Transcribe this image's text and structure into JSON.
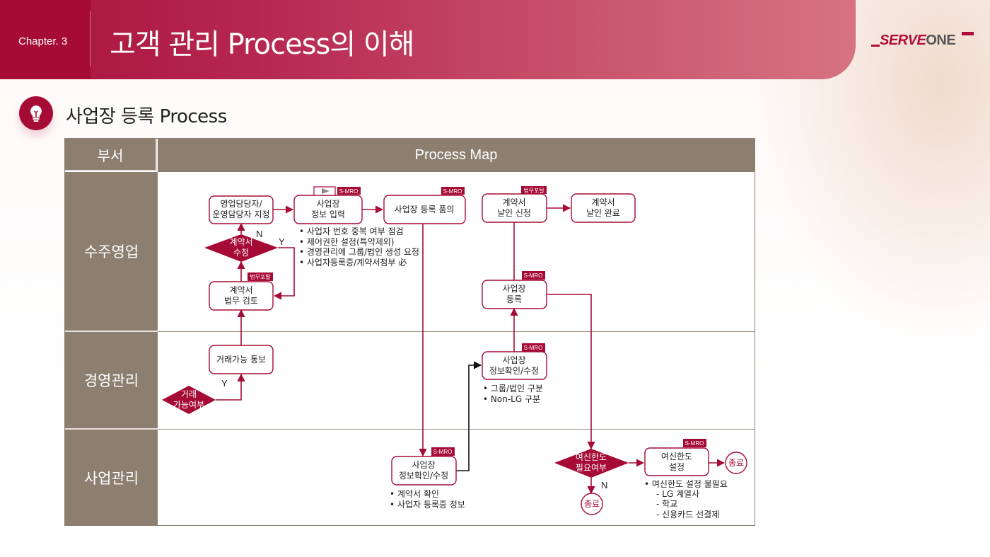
{
  "header": {
    "chapter": "Chapter. 3",
    "title": "고객 관리 Process의 이해",
    "logo": {
      "part1": "SERVE",
      "part2": "ONE"
    }
  },
  "section": {
    "icon": "lightbulb-icon",
    "title": "사업장 등록 Process"
  },
  "colors": {
    "brand": "#a60b35",
    "lane_header": "#8c7f70",
    "line_red": "#a60b35",
    "line_black": "#111111"
  },
  "table": {
    "dept_header": "부서",
    "map_header": "Process Map",
    "lanes": [
      "수주영업",
      "경영관리",
      "사업관리"
    ]
  },
  "nodes": {
    "assign": {
      "lines": [
        "영업담당자/",
        "운영담당자 지정"
      ]
    },
    "info_input": {
      "lines": [
        "사업장",
        "정보 입력"
      ],
      "tag": "S-MRO"
    },
    "reg_request": {
      "lines": [
        "사업장 등록 품의"
      ],
      "tag": "S-MRO"
    },
    "seal_request": {
      "lines": [
        "계약서",
        "날인 신청"
      ],
      "tag": "법무포탈"
    },
    "seal_done": {
      "lines": [
        "계약서",
        "날인 완료"
      ]
    },
    "contract_edit": {
      "lines": [
        "계약서",
        "수정"
      ]
    },
    "legal_review": {
      "lines": [
        "계약서",
        "법무 검토"
      ],
      "tag": "법무포탈"
    },
    "site_register": {
      "lines": [
        "사업장",
        "등록"
      ],
      "tag": "S-MRO"
    },
    "trade_notice": {
      "lines": [
        "거래가능 통보"
      ]
    },
    "trade_possible": {
      "lines": [
        "거래",
        "가능여부"
      ]
    },
    "mgmt_check": {
      "lines": [
        "사업장",
        "정보확인/수정"
      ],
      "tag": "S-MRO"
    },
    "biz_check": {
      "lines": [
        "사업장",
        "정보확인/수정"
      ],
      "tag": "S-MRO"
    },
    "credit_needed": {
      "lines": [
        "여신한도",
        "필요여부"
      ]
    },
    "credit_set": {
      "lines": [
        "여신한도",
        "설정"
      ],
      "tag": "S-MRO"
    },
    "end_1": {
      "lines": [
        "종료"
      ]
    },
    "end_2": {
      "lines": [
        "종료"
      ]
    }
  },
  "labels": {
    "n1": "N",
    "y1": "Y",
    "y2": "Y",
    "n2": "N"
  },
  "notes": {
    "info_input": [
      "• 사업자 번호 중복 여부 점검",
      "• 제어권한 설정(특약제외)",
      "• 경영관리에 그룹/법인 생성 요청",
      "• 사업자등록증/계약서첨부 必"
    ],
    "mgmt_check": [
      "• 그룹/법인 구분",
      "• Non-LG 구분"
    ],
    "biz_check": [
      "• 계약서 확인",
      "• 사업자 등록증 정보"
    ],
    "credit_set": [
      "• 여신한도 설정 불필요",
      "- LG 계열사",
      "- 학교",
      "- 신용카드 선결제"
    ]
  }
}
